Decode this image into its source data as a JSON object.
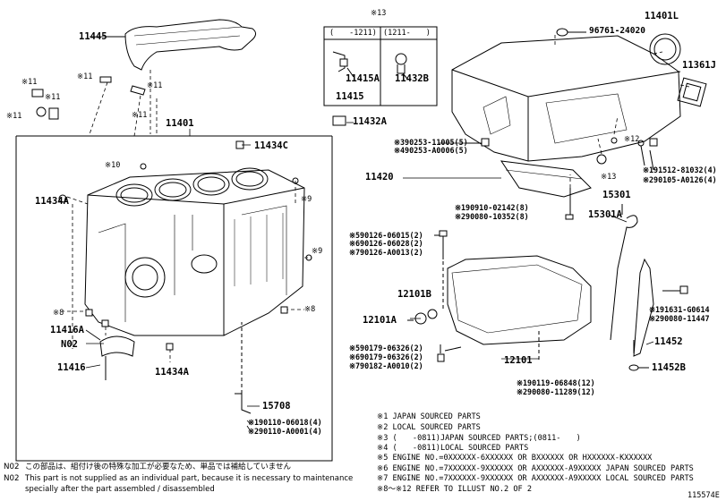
{
  "labels": {
    "p11445": "11445",
    "p11401": "11401",
    "p11434c": "11434C",
    "p11434a_left": "11434A",
    "p11434a_bottom": "11434A",
    "p11416a": "11416A",
    "n02": "N02",
    "p11416": "11416",
    "p15708": "15708",
    "p11415a": "11415A",
    "p11415": "11415",
    "p11432b": "11432B",
    "p11432a": "11432A",
    "p96761": "96761-24020",
    "p11401l": "11401L",
    "p11361j": "11361J",
    "p11420": "11420",
    "p15301": "15301",
    "p15301a": "15301A",
    "p12101b": "12101B",
    "p12101a": "12101A",
    "p12101": "12101",
    "p11452": "11452",
    "p11452b": "11452B"
  },
  "marks": {
    "m11_a": "※11",
    "m11_b": "※11",
    "m11_c": "※11",
    "m11_d": "※11",
    "m11_e": "※11",
    "m11_f": "※11",
    "m10": "※10",
    "m9_a": "※9",
    "m9_b": "※9",
    "m8_a": "※8",
    "m8_b": "※8",
    "m13_top": "※13",
    "m12": "※12",
    "m13_mid": "※13",
    "m13_col1": "(　　-1211)",
    "m13_col2": "(1211-　　)"
  },
  "callouts": {
    "c390253": "※390253-11005(5)",
    "c490253": "※490253-A0006(5)",
    "c191512": "※191512-81032(4)",
    "c290105": "※290105-A0126(4)",
    "c190910": "※190910-02142(8)",
    "c290080a": "※290080-10352(8)",
    "c590126": "※590126-06015(2)",
    "c690126": "※690126-06028(2)",
    "c790126": "※790126-A0013(2)",
    "c590179": "※590179-06326(2)",
    "c690179": "※690179-06326(2)",
    "c790182": "※790182-A0010(2)",
    "c191631": "※191631-G0614",
    "c290080b": "※290080-11447",
    "c190119": "※190119-06848(12)",
    "c290080c": "※290080-11289(12)",
    "c190110": "※190110-06018(4)",
    "c290110": "※290110-A0001(4)"
  },
  "legend": [
    "※1 JAPAN SOURCED PARTS",
    "※2 LOCAL SOURCED PARTS",
    "※3 (　　-0811)JAPAN SOURCED PARTS;(0811-　　)",
    "※4 (　　-0811)LOCAL SOURCED PARTS",
    "※5 ENGINE NO.=0XXXXXX-6XXXXXX OR BXXXXXX OR HXXXXXX-KXXXXXX",
    "※6 ENGINE NO.=7XXXXXX-9XXXXXX OR AXXXXXX-A9XXXXX JAPAN SOURCED PARTS",
    "※7 ENGINE NO.=7XXXXXX-9XXXXXX OR AXXXXXX-A9XXXXX LOCAL SOURCED PARTS",
    "※8～※12 REFER TO ILLUST NO.2 OF 2"
  ],
  "footnote": {
    "code": "N02",
    "jp": "この部品は、組付け後の特殊な加工が必要なため、単品では補給していません",
    "en1": "This part is not supplied as an individual part, because it is necessary to maintenance",
    "en2": "specially after the part assembled / disassembled"
  },
  "illust_no": "115574E"
}
